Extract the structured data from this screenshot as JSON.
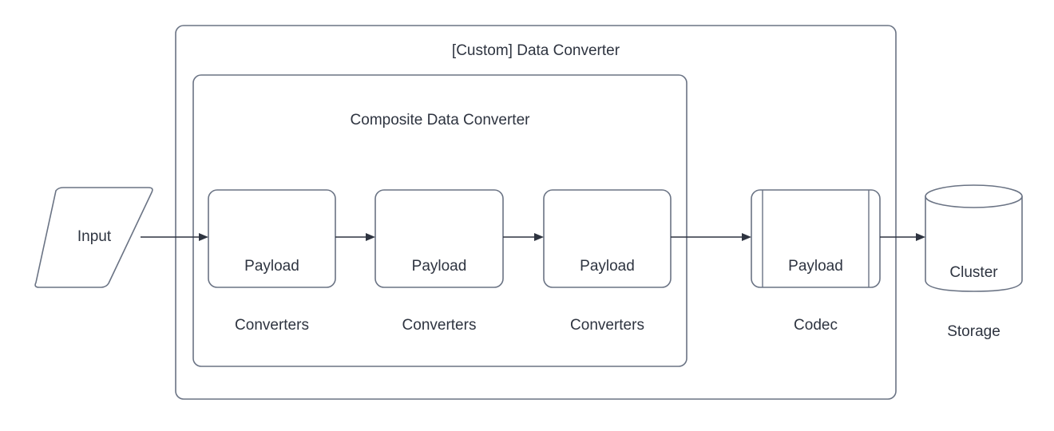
{
  "diagram": {
    "type": "flowchart",
    "title_visible": false,
    "colors": {
      "shape_stroke": "#6a7384",
      "connector_stroke": "#2e3440",
      "text": "#2e3440",
      "background": "#ffffff"
    },
    "containers": [
      {
        "id": "custom-data-converter",
        "label": "[Custom] Data Converter",
        "shape": "rounded-rectangle",
        "label_position": "top-center"
      },
      {
        "id": "composite-data-converter",
        "label": "Composite Data Converter",
        "shape": "rounded-rectangle",
        "label_position": "top-center"
      }
    ],
    "nodes": [
      {
        "id": "input",
        "label": "Input",
        "shape": "parallelogram",
        "inside_container": null
      },
      {
        "id": "payload-converters-1",
        "label": "Payload\nConverters",
        "line1": "Payload",
        "line2": "Converters",
        "shape": "rounded-rectangle",
        "inside_container": "composite-data-converter"
      },
      {
        "id": "payload-converters-2",
        "label": "Payload\nConverters",
        "line1": "Payload",
        "line2": "Converters",
        "shape": "rounded-rectangle",
        "inside_container": "composite-data-converter"
      },
      {
        "id": "payload-converters-3",
        "label": "Payload\nConverters",
        "line1": "Payload",
        "line2": "Converters",
        "shape": "rounded-rectangle",
        "inside_container": "composite-data-converter"
      },
      {
        "id": "payload-codec",
        "label": "Payload\nCodec",
        "line1": "Payload",
        "line2": "Codec",
        "shape": "process",
        "inside_container": "custom-data-converter"
      },
      {
        "id": "cluster-storage",
        "label": "Cluster\nStorage",
        "line1": "Cluster",
        "line2": "Storage",
        "shape": "cylinder",
        "inside_container": null
      }
    ],
    "edges": [
      {
        "from": "input",
        "to": "payload-converters-1",
        "arrow": "single",
        "label": ""
      },
      {
        "from": "payload-converters-1",
        "to": "payload-converters-2",
        "arrow": "single",
        "label": ""
      },
      {
        "from": "payload-converters-2",
        "to": "payload-converters-3",
        "arrow": "single",
        "label": ""
      },
      {
        "from": "payload-converters-3",
        "to": "payload-codec",
        "arrow": "single",
        "label": ""
      },
      {
        "from": "payload-codec",
        "to": "cluster-storage",
        "arrow": "single",
        "label": ""
      }
    ]
  }
}
